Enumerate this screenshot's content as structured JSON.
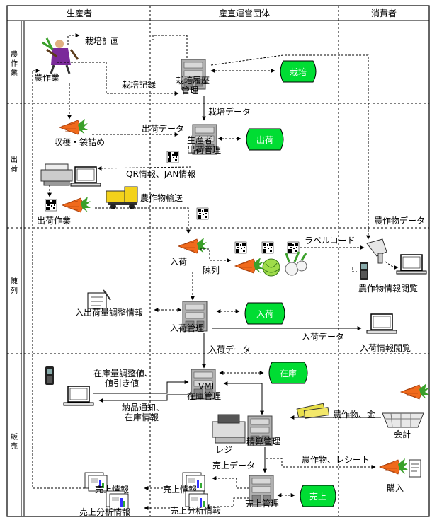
{
  "columns": {
    "producer": "生産者",
    "org": "産直運営団体",
    "consumer": "消費者"
  },
  "rows": {
    "farming": [
      "農",
      "作",
      "業"
    ],
    "shipping": [
      "出",
      "荷"
    ],
    "display": [
      "陳",
      "列"
    ],
    "sales": [
      "販",
      "売"
    ]
  },
  "labels": {
    "cultivation_plan": "栽培計画",
    "farm_work": "農作業",
    "cultivation_record": "栽培記録",
    "history_mgmt_1": "栽培履歴",
    "history_mgmt_2": "管理",
    "cultivation_data": "栽培データ",
    "harvest_bag": "収穫・袋詰め",
    "shipping_data": "出荷データ",
    "producer_ship_1": "生産者",
    "producer_ship_2": "出荷管理",
    "qr_jan": "QR情報、JAN情報",
    "shipping_work": "出荷作業",
    "crop_transport": "農作物輸送",
    "crop_data": "農作物データ",
    "label_code": "ラベルコード",
    "arrival": "入荷",
    "display": "陳列",
    "crop_info_view": "農作物情報閲覧",
    "arrival_adjust": "入出荷量調整情報",
    "arrival_mgmt": "入荷管理",
    "arrival_data_1": "入荷データ",
    "arrival_info_view": "入荷情報閲覧",
    "arrival_data_2": "入荷データ",
    "stock_adjust_1": "在庫量調整値、",
    "stock_adjust_2": "値引き値",
    "vmi_1": "VMI",
    "vmi_2": "在庫管理",
    "delivery_1": "納品通知、",
    "delivery_2": "在庫情報",
    "crop_money": "農作物、金",
    "checkout": "会計",
    "register": "レジ",
    "settlement": "精算管理",
    "sales_data": "売上データ",
    "crop_receipt": "農作物、レシート",
    "purchase": "購入",
    "sales_info_1": "売上情報",
    "sales_analysis_1": "売上分析情報",
    "sales_info_2": "売上情報",
    "sales_analysis_2": "売上分析情報",
    "sales_mgmt": "売上管理"
  },
  "datastores": {
    "cultivation": "栽培",
    "shipping": "出荷",
    "arrival": "入荷",
    "stock": "在庫",
    "sales": "売上"
  },
  "colors": {
    "datastore": "#00dd33",
    "carrot": "#f06a1c",
    "leaf": "#3aa02a",
    "server": "#a8a8a8",
    "truck": "#f3d21b"
  }
}
